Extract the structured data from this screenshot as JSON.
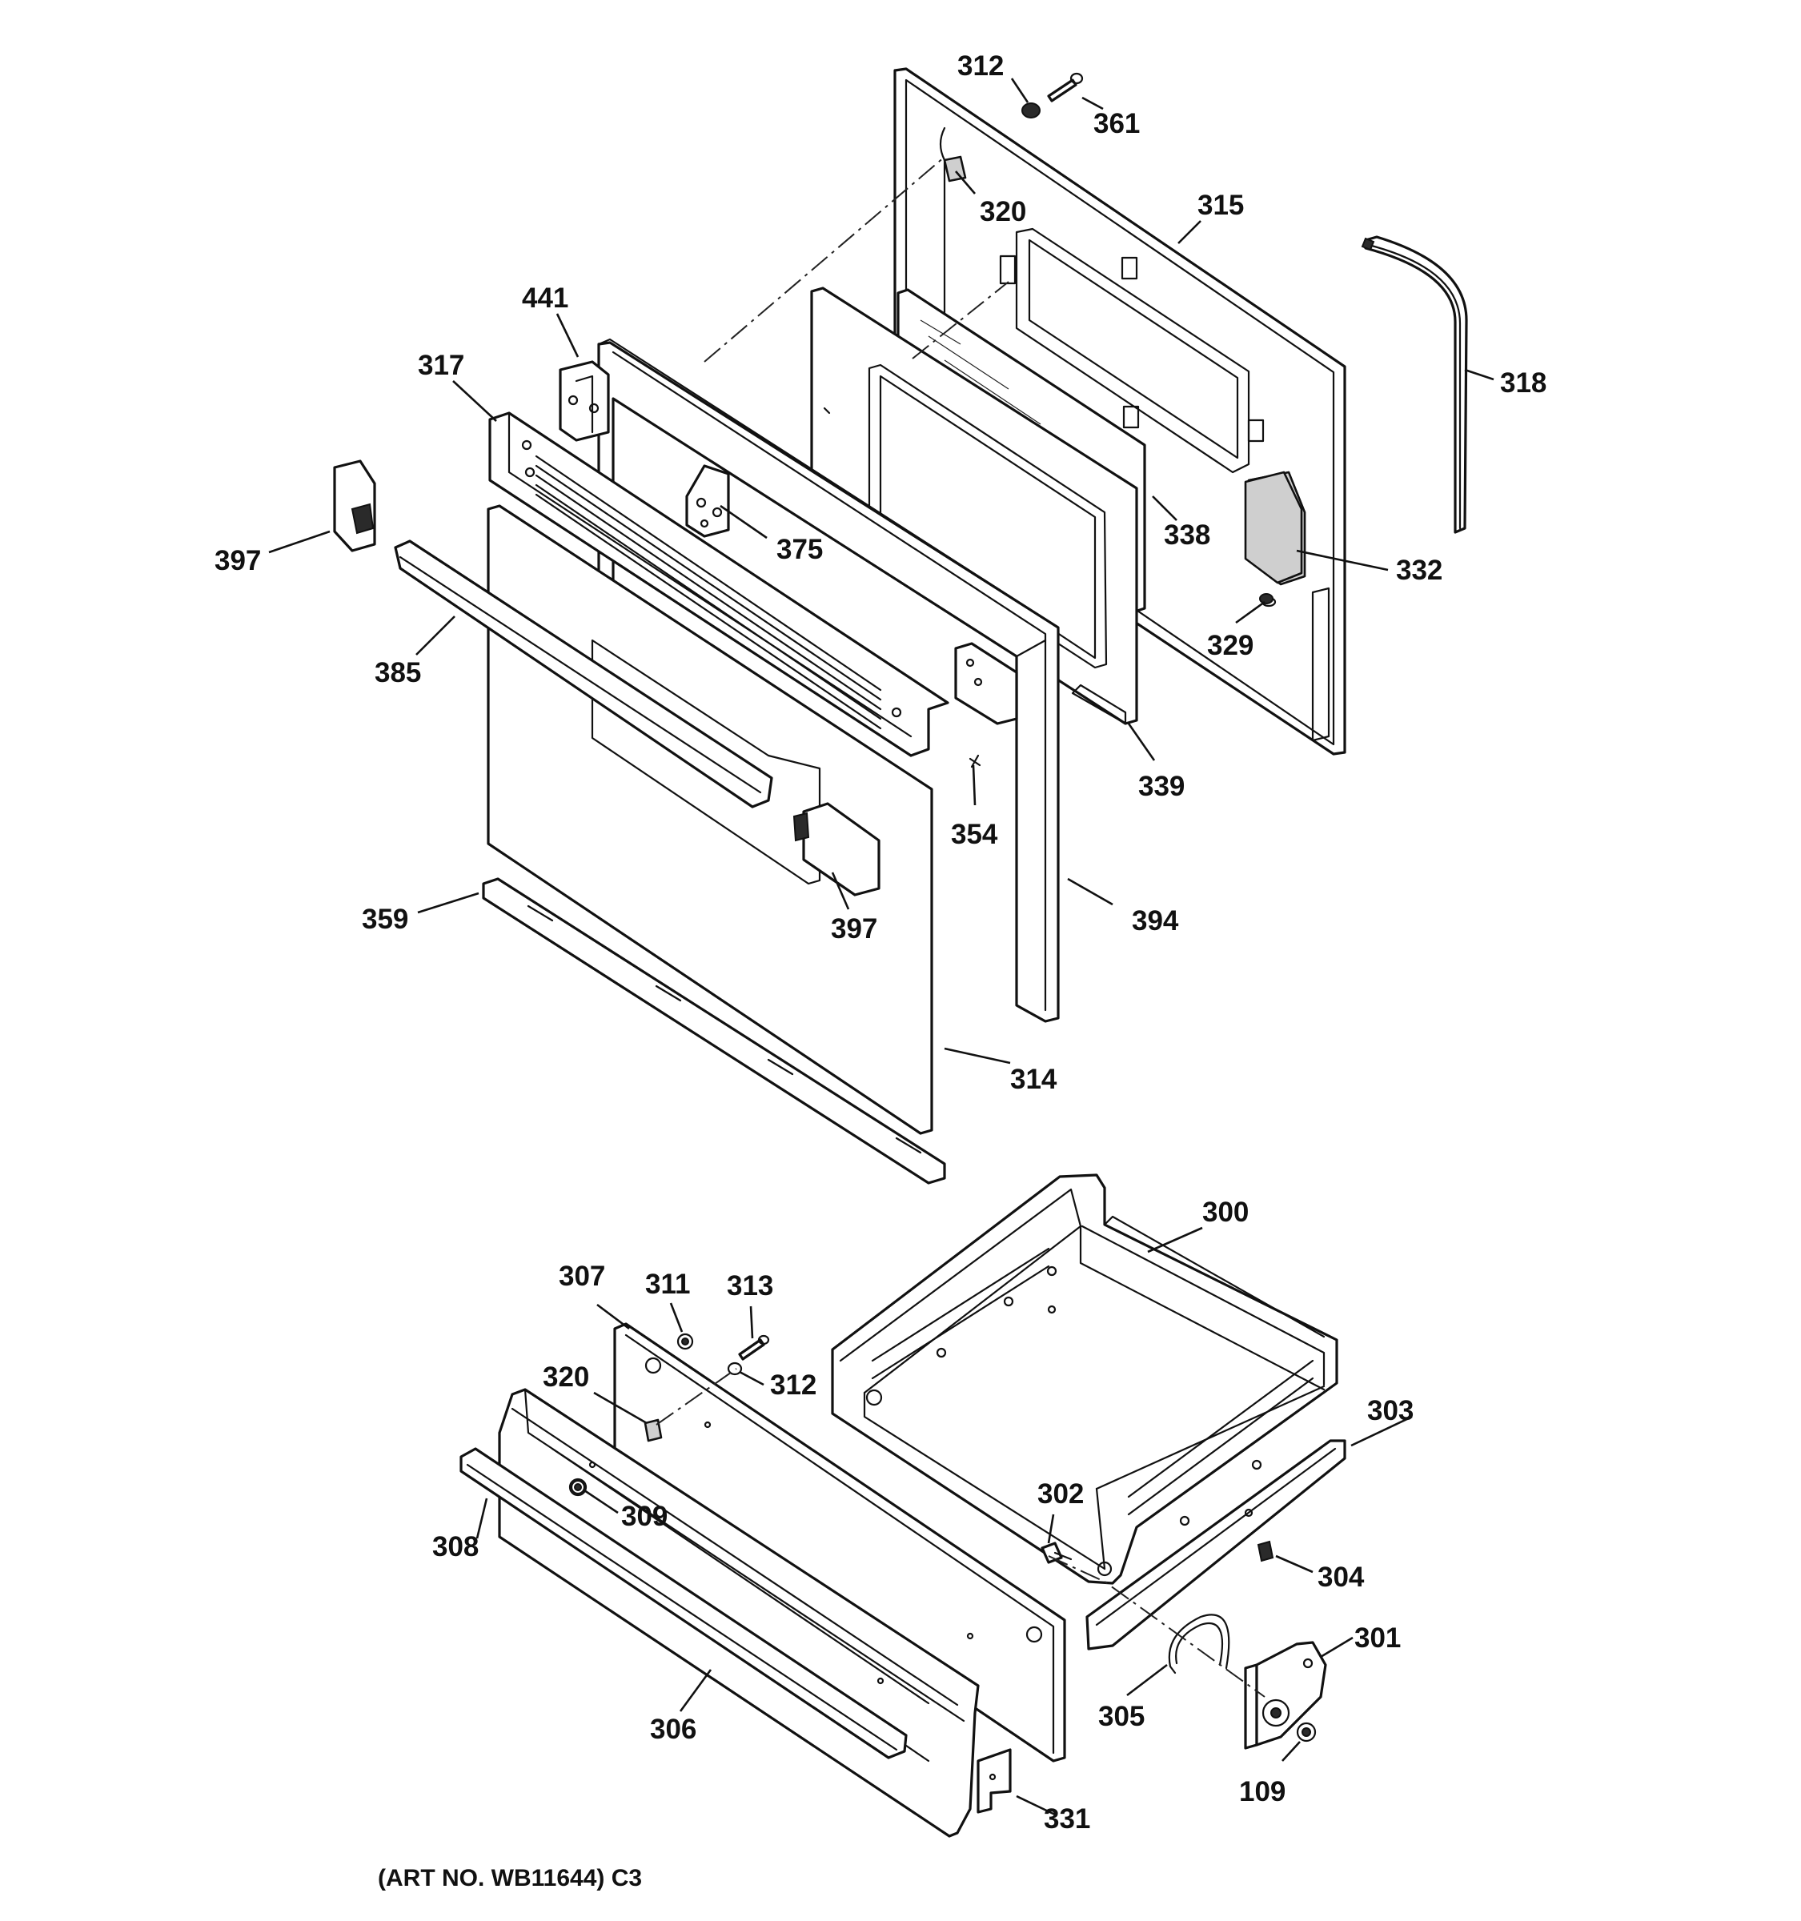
{
  "diagram": {
    "callouts": {
      "c312a": "312",
      "c361": "361",
      "c320a": "320",
      "c315": "315",
      "c318": "318",
      "c441": "441",
      "c317": "317",
      "c375": "375",
      "c338": "338",
      "c332": "332",
      "c397a": "397",
      "c385": "385",
      "c329": "329",
      "c339": "339",
      "c354": "354",
      "c397b": "397",
      "c394": "394",
      "c359": "359",
      "c314": "314",
      "c300": "300",
      "c307": "307",
      "c311": "311",
      "c313": "313",
      "c312b": "312",
      "c320b": "320",
      "c303": "303",
      "c302": "302",
      "c309": "309",
      "c308": "308",
      "c304": "304",
      "c301": "301",
      "c305": "305",
      "c306": "306",
      "c109": "109",
      "c331": "331"
    },
    "caption": "(ART NO. WB11644) C3"
  }
}
